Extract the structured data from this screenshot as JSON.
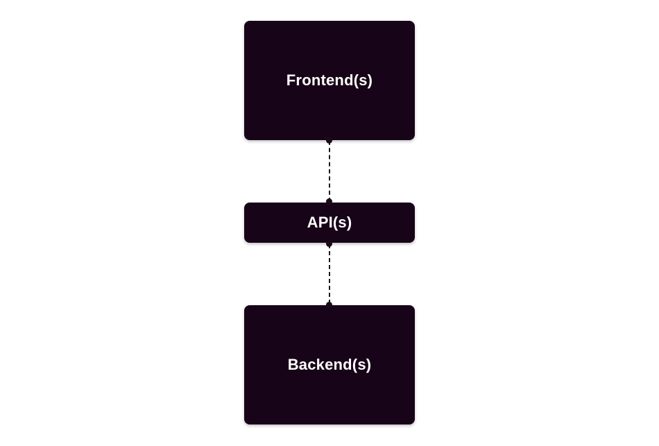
{
  "diagram": {
    "node_color": "#180418",
    "text_color": "#ffffff",
    "connector_style": "dashed",
    "nodes": [
      {
        "label": "Frontend(s)"
      },
      {
        "label": "API(s)"
      },
      {
        "label": "Backend(s)"
      }
    ]
  }
}
